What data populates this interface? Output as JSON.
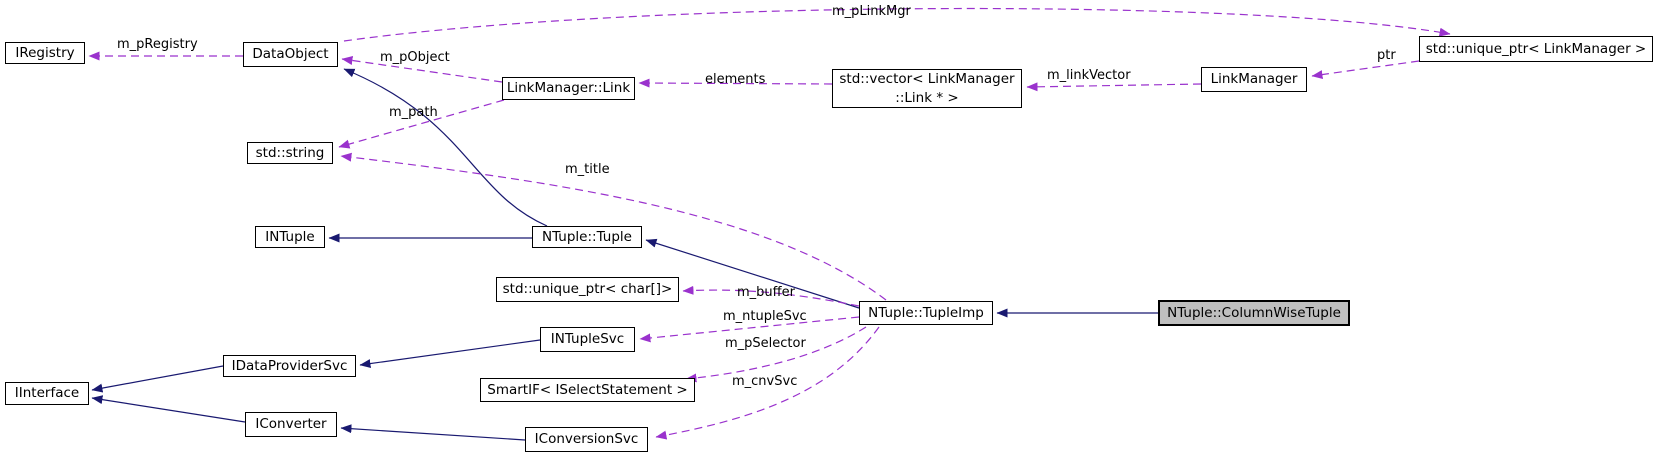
{
  "nodes": {
    "iregistry": {
      "label": "IRegistry"
    },
    "dataobject": {
      "label": "DataObject"
    },
    "linkmanager_link": {
      "label": "LinkManager::Link"
    },
    "vector_linkmanager_link": {
      "label": "std::vector< LinkManager\n::Link * >"
    },
    "linkmanager": {
      "label": "LinkManager"
    },
    "unique_ptr_linkmanager": {
      "label": "std::unique_ptr< LinkManager >"
    },
    "std_string": {
      "label": "std::string"
    },
    "intuple": {
      "label": "INTuple"
    },
    "ntuple_tuple": {
      "label": "NTuple::Tuple"
    },
    "unique_ptr_char": {
      "label": "std::unique_ptr< char[]>"
    },
    "intuplesvc": {
      "label": "INTupleSvc"
    },
    "smartif_iselectstatement": {
      "label": "SmartIF< ISelectStatement >"
    },
    "iconversionsvc": {
      "label": "IConversionSvc"
    },
    "iinterface": {
      "label": "IInterface"
    },
    "idataprovidersvc": {
      "label": "IDataProviderSvc"
    },
    "iconverter": {
      "label": "IConverter"
    },
    "ntuple_tupleimp": {
      "label": "NTuple::TupleImp"
    },
    "ntuple_columnwisetuple": {
      "label": "NTuple::ColumnWiseTuple"
    }
  },
  "edge_labels": {
    "m_pRegistry": "m_pRegistry",
    "m_pObject": "m_pObject",
    "m_pLinkMgr": "m_pLinkMgr",
    "m_path": "m_path",
    "elements": "elements",
    "m_linkVector": "m_linkVector",
    "ptr": "ptr",
    "m_title": "m_title",
    "m_buffer": "m_buffer",
    "m_ntupleSvc": "m_ntupleSvc",
    "m_pSelector": "m_pSelector",
    "m_cnvSvc": "m_cnvSvc"
  },
  "colors": {
    "inheritance_edge": "#191970",
    "usage_edge": "#9a32cd",
    "node_border": "#000000",
    "node_fill": "#ffffff",
    "current_node_fill": "#bfbfbf"
  }
}
